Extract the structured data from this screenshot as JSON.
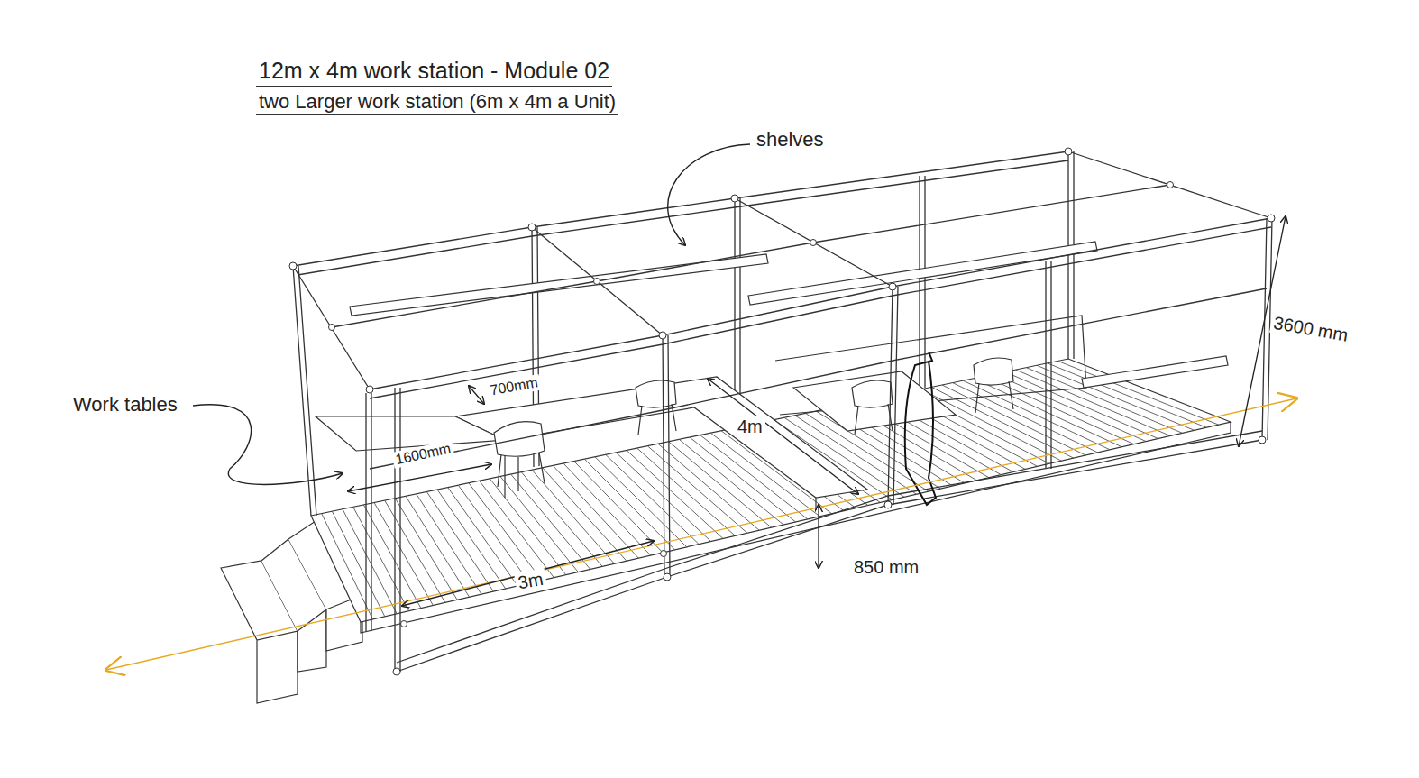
{
  "diagram": {
    "title": "12m x 4m work station - Module 02",
    "labels": [
      "two Larger work station (6m x 4m a Unit)",
      "shelves",
      "Work tables",
      "700mm",
      "1600mm",
      "4m",
      "3m",
      "850 mm",
      "3600 mm"
    ]
  }
}
